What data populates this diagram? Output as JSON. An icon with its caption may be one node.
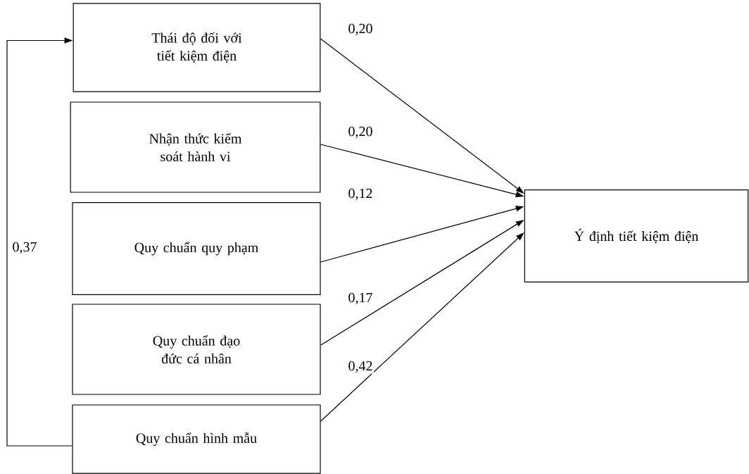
{
  "diagram": {
    "nodes": [
      {
        "text": [
          "Thái độ đối với tiết kiệm điện"
        ]
      },
      {
        "text": [
          "Nhận thức kiểm soát hành vi"
        ]
      },
      {
        "text": [
          "Quy chuẩn quy phạm"
        ]
      },
      {
        "text": [
          "Quy chuẩn đạo đức cá nhân"
        ]
      },
      {
        "text": [
          "Quy chuẩn hình mẫu"
        ]
      },
      {
        "text": [
          "Ý định tiết kiệm điện"
        ]
      }
    ],
    "edges": [
      {
        "from": 0,
        "to": 5,
        "arrow": "to",
        "label": "0,20"
      },
      {
        "from": 1,
        "to": 5,
        "arrow": "to",
        "label": "0,20"
      },
      {
        "from": 2,
        "to": 5,
        "arrow": "to",
        "label": "0,12"
      },
      {
        "from": 3,
        "to": 5,
        "arrow": "to",
        "label": "0,17"
      },
      {
        "from": 4,
        "to": 5,
        "arrow": "to",
        "label": "0,42"
      },
      {
        "from": 4,
        "to": 0,
        "arrow": "to",
        "label": "0,37"
      }
    ]
  }
}
